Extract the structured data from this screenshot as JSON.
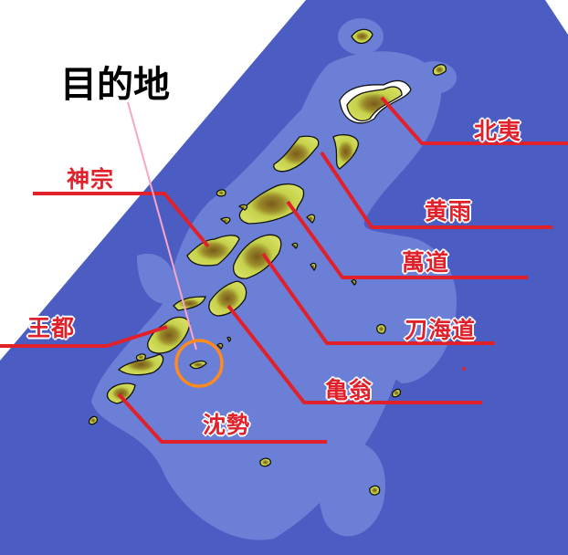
{
  "destination": {
    "label": "目的地"
  },
  "regions": [
    {
      "id": "hokui",
      "label": "北夷"
    },
    {
      "id": "kou",
      "label": "黄雨"
    },
    {
      "id": "mandou",
      "label": "萬道"
    },
    {
      "id": "toukaidou",
      "label": "刀海道"
    },
    {
      "id": "kiou",
      "label": "亀翁"
    },
    {
      "id": "chinsei",
      "label": "沈勢"
    },
    {
      "id": "outo",
      "label": "王都"
    },
    {
      "id": "jinsou",
      "label": "神宗"
    }
  ],
  "colors": {
    "sea": "#4b5dc3",
    "shallow": "#6b7fd6",
    "land": "#c5d24a",
    "highland": "#8a6a1f",
    "leader": "#e0212b",
    "marker": "#ff8a1e",
    "pointer": "#f7a6c8"
  }
}
